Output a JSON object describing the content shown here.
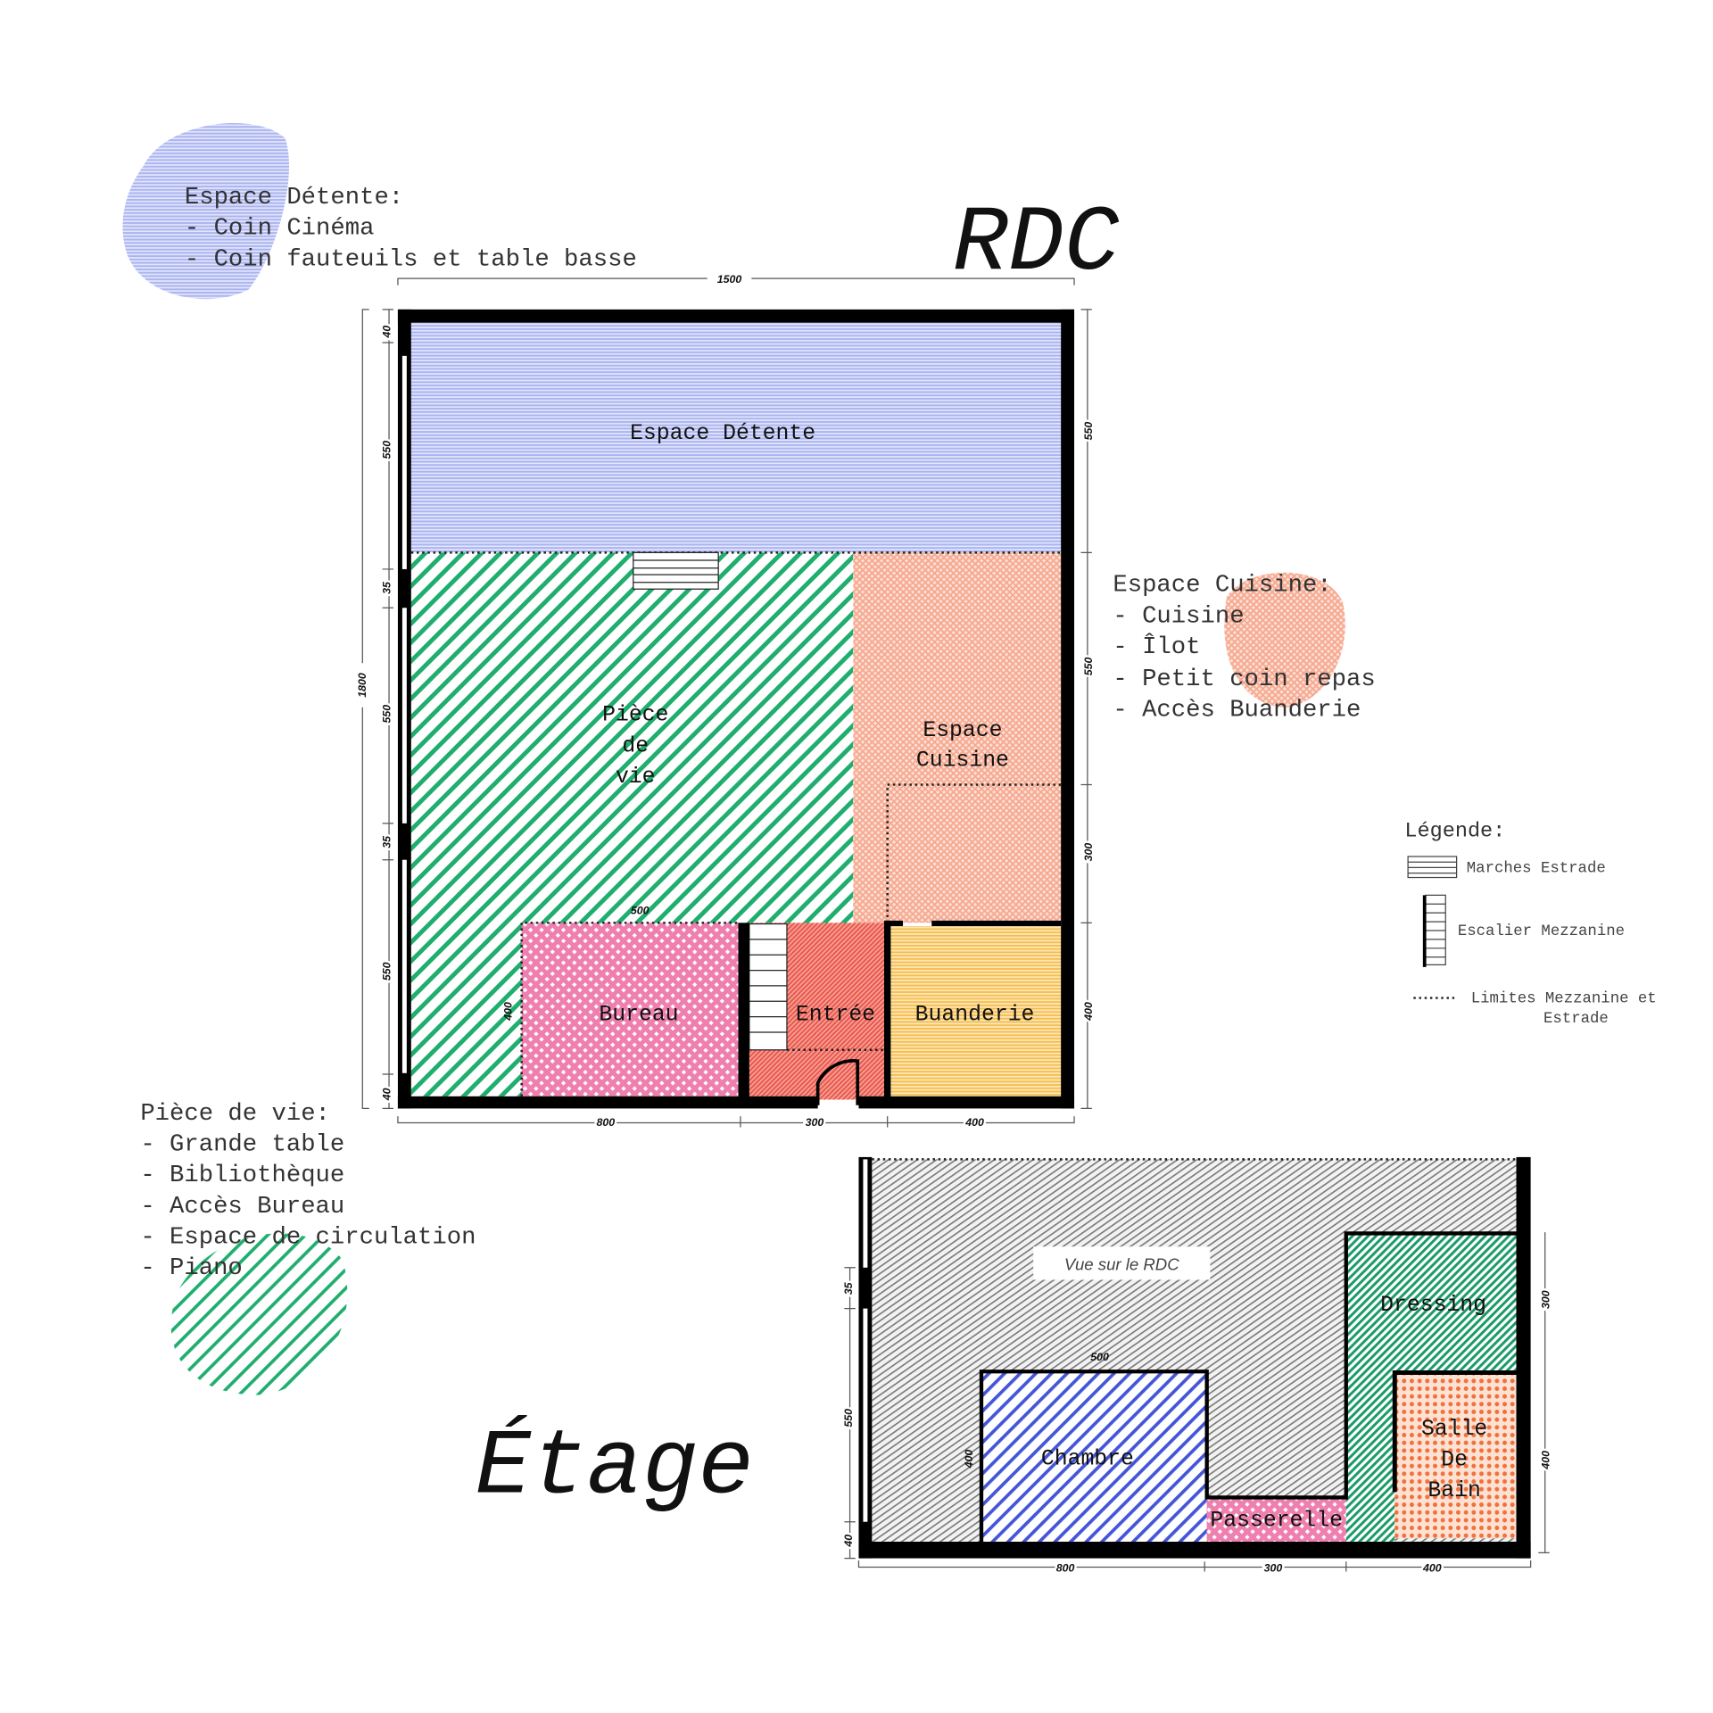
{
  "titles": {
    "rdc": "RDC",
    "etage": "Étage"
  },
  "notes": {
    "detente": {
      "heading": "Espace Détente:",
      "items": [
        "- Coin Cinéma",
        "- Coin fauteuils et table basse"
      ]
    },
    "cuisine": {
      "heading": "Espace Cuisine:",
      "items": [
        "- Cuisine",
        "- Îlot",
        "- Petit coin repas",
        "- Accès Buanderie"
      ]
    },
    "vie": {
      "heading": "Pièce de vie:",
      "items": [
        "- Grande table",
        "- Bibliothèque",
        "- Accès Bureau",
        "- Espace de circulation",
        "- Piano"
      ]
    }
  },
  "rdc": {
    "rooms": {
      "detente": "Espace Détente",
      "vie": [
        "Pièce",
        "de",
        "vie"
      ],
      "cuisine": [
        "Espace",
        "Cuisine"
      ],
      "bureau": "Bureau",
      "entree": "Entrée",
      "buanderie": "Buanderie"
    },
    "dims": {
      "top": "1500",
      "total_height": "1800",
      "left": [
        "40",
        "550",
        "35",
        "550",
        "35",
        "550",
        "40"
      ],
      "right": [
        "550",
        "550",
        "300",
        "400"
      ],
      "bottom": [
        "800",
        "300",
        "400"
      ],
      "bureau_width": "500",
      "bureau_height": "400"
    }
  },
  "etage": {
    "view_label": "Vue sur le RDC",
    "rooms": {
      "chambre": "Chambre",
      "passerelle": "Passerelle",
      "dressing": "Dressing",
      "sdb": [
        "Salle",
        "De",
        "Bain"
      ]
    },
    "dims": {
      "left": [
        "35",
        "550",
        "40"
      ],
      "right": [
        "300",
        "400"
      ],
      "bottom": [
        "800",
        "300",
        "400"
      ],
      "chambre_width": "500",
      "chambre_height": "400"
    }
  },
  "legend": {
    "title": "Légende:",
    "items": [
      "Marches Estrade",
      "Escalier Mezzanine",
      "Limites Mezzanine et",
      "Estrade"
    ]
  },
  "colors": {
    "detente": "#b9c2f5",
    "vie": "#1fae6e",
    "cuisine": "#f6b09a",
    "bureau": "#ee7fae",
    "entree": "#e8574a",
    "buanderie": "#f7c35a",
    "chambre": "#4455d8",
    "sdb": "#f0713c"
  }
}
